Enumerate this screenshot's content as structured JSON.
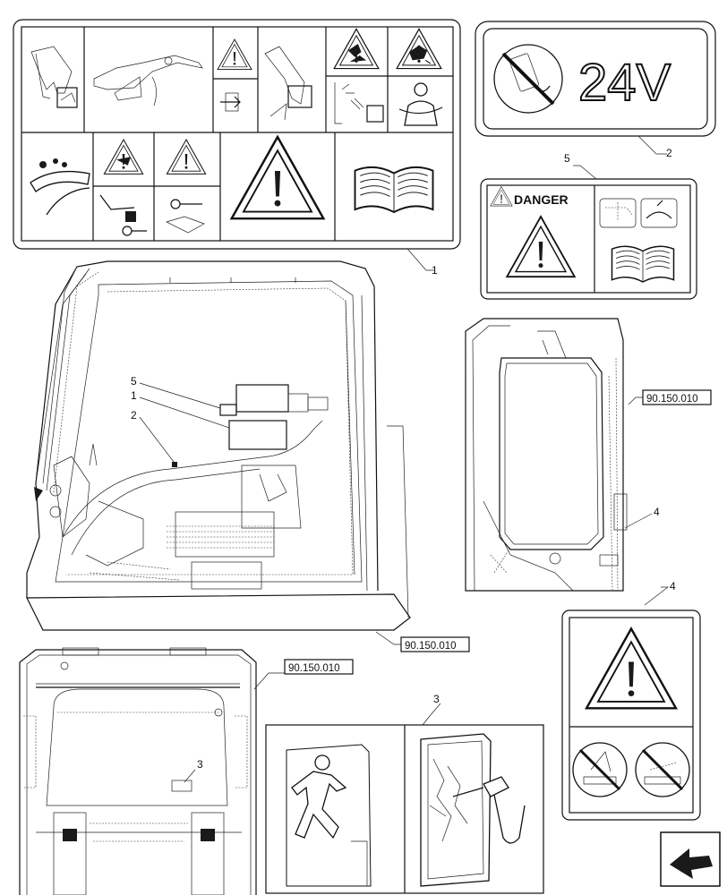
{
  "callouts": {
    "c1": "1",
    "c2": "2",
    "c3": "3",
    "c4": "4",
    "c5": "5",
    "cab_c1": "1",
    "cab_c2": "2",
    "cab_c5": "5",
    "side_c4": "4",
    "rear_c3": "3"
  },
  "decals": {
    "voltage_text": "24V",
    "danger_text": "DANGER"
  },
  "references": {
    "ref_side": "90.150.010",
    "ref_cab": "90.150.010",
    "ref_rear": "90.150.010"
  },
  "icons": [
    "warning-triangle-icon",
    "manual-book-icon",
    "no-phone-icon",
    "emergency-exit-icon",
    "hammer-glass-icon",
    "nav-arrow-icon"
  ]
}
